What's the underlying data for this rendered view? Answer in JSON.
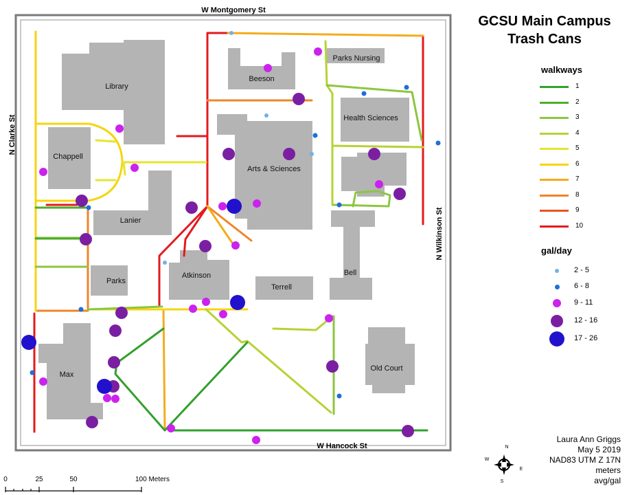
{
  "title": {
    "line1": "GCSU Main Campus",
    "line2": "Trash Cans"
  },
  "streets": {
    "north": "W Montgomery St",
    "south": "W Hancock St",
    "west": "N Clarke St",
    "east": "N Wilkinson St"
  },
  "buildings": {
    "library": "Library",
    "beeson": "Beeson",
    "parks_nursing": "Parks Nursing",
    "health_sciences": "Health Sciences",
    "chappell": "Chappell",
    "arts_sciences": "Arts & Sciences",
    "lanier": "Lanier",
    "parks": "Parks",
    "atkinson": "Atkinson",
    "terrell": "Terrell",
    "bell": "Bell",
    "max": "Max",
    "old_court": "Old Court"
  },
  "legend": {
    "walkways_heading": "walkways",
    "walkway_classes": [
      {
        "label": "1",
        "color": "#33a02c"
      },
      {
        "label": "2",
        "color": "#4cae2a"
      },
      {
        "label": "3",
        "color": "#8cc63f"
      },
      {
        "label": "4",
        "color": "#b5d334"
      },
      {
        "label": "5",
        "color": "#e6e52c"
      },
      {
        "label": "6",
        "color": "#f5d50f"
      },
      {
        "label": "7",
        "color": "#f4ab1c"
      },
      {
        "label": "8",
        "color": "#ee8527"
      },
      {
        "label": "9",
        "color": "#e8541f"
      },
      {
        "label": "10",
        "color": "#e31a1c"
      }
    ],
    "gal_heading": "gal/day",
    "gal_classes": [
      {
        "label": "2 - 5",
        "color": "#6fb2e8"
      },
      {
        "label": "6 - 8",
        "color": "#1f6fd6"
      },
      {
        "label": "9 - 11",
        "color": "#cc22ee"
      },
      {
        "label": "12 - 16",
        "color": "#7b1fa2"
      },
      {
        "label": "17 - 26",
        "color": "#2211cc"
      }
    ]
  },
  "credits": {
    "author": "Laura Ann Griggs",
    "date": "May 5 2019",
    "projection": "NAD83 UTM Z 17N",
    "units": "meters",
    "measure": "avg/gal"
  },
  "scale": {
    "labels": [
      "0",
      "25",
      "50",
      "100 Meters"
    ]
  },
  "north_arrow": {
    "n": "N",
    "s": "S",
    "e": "E",
    "w": "W"
  }
}
